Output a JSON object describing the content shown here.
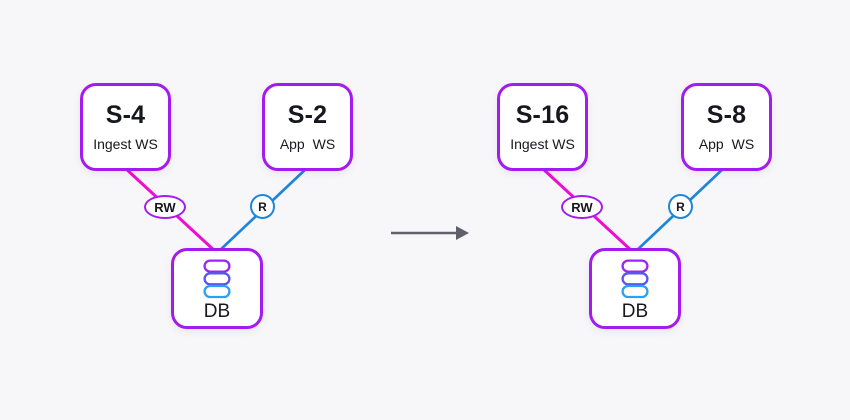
{
  "before": {
    "ingest": {
      "title": "S-4",
      "subtitle": "Ingest WS"
    },
    "app": {
      "title": "S-2",
      "subtitle": "App WS"
    },
    "db": {
      "label": "DB"
    },
    "edges": {
      "write": "RW",
      "read": "R"
    }
  },
  "after": {
    "ingest": {
      "title": "S-16",
      "subtitle": "Ingest WS"
    },
    "app": {
      "title": "S-8",
      "subtitle": "App WS"
    },
    "db": {
      "label": "DB"
    },
    "edges": {
      "write": "RW",
      "read": "R"
    }
  },
  "icons": {
    "db": "database-cylinder-icon",
    "transition": "right-arrow-icon"
  },
  "colors": {
    "background": "#f7f7f9",
    "node_border": "#a41bef",
    "edge_write": "#ec0fd2",
    "edge_read": "#1e86da",
    "arrow": "#60606b",
    "text": "#17171f",
    "db_disc_top": "#9f24f0",
    "db_disc_middle": "#5b55ee",
    "db_disc_bottom": "#29a2f2"
  }
}
